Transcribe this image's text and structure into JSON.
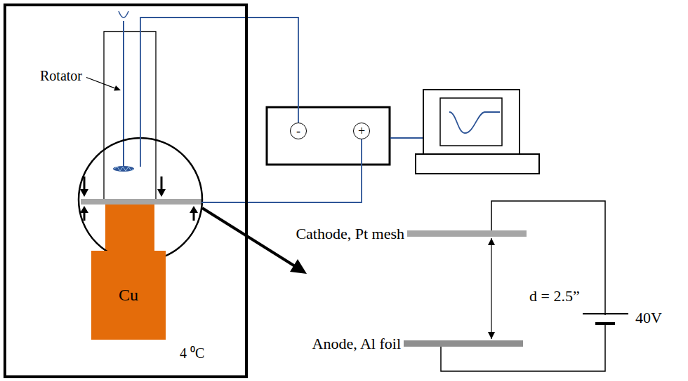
{
  "diagram": {
    "nodes": [
      {
        "text": [
          "4 ⁰C"
        ]
      },
      {
        "text": [
          "Cu"
        ],
        "in": 0
      },
      {
        "text": [
          "-"
        ]
      },
      {
        "text": [
          "+"
        ]
      },
      {
        "text": [
          "Cathode, Pt mesh"
        ]
      },
      {
        "text": [
          "Anode, Al foil"
        ]
      }
    ],
    "edges": [
      {
        "from": 4,
        "to": 5,
        "arrow": "both",
        "label": "d = 2.5”"
      },
      {
        "from": 4,
        "to": 5,
        "arrow": "none",
        "label": "40V"
      }
    ],
    "labels": [
      "Rotator"
    ]
  }
}
